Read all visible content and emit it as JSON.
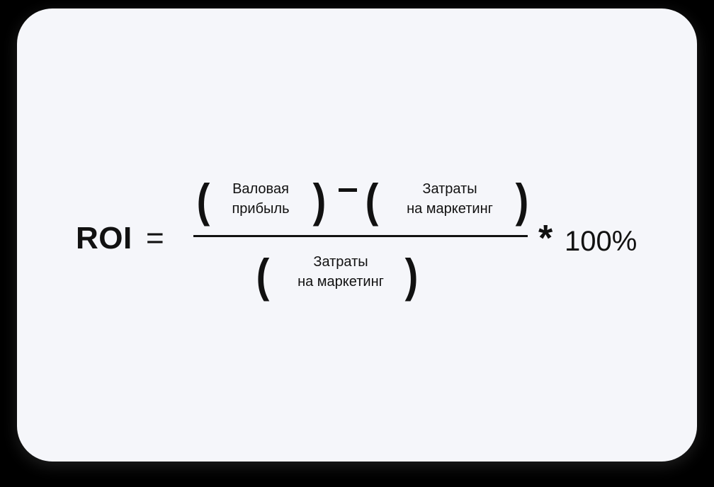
{
  "formula": {
    "lhs": "ROI",
    "equals": "=",
    "numerator": {
      "term1": [
        "Валовая",
        "прибыль"
      ],
      "operator": "–",
      "term2": [
        "Затраты",
        "на маркетинг"
      ]
    },
    "denominator": {
      "term": [
        "Затраты",
        "на маркетинг"
      ]
    },
    "multiply": "*",
    "factor": "100%",
    "open_paren": "(",
    "close_paren": ")"
  }
}
